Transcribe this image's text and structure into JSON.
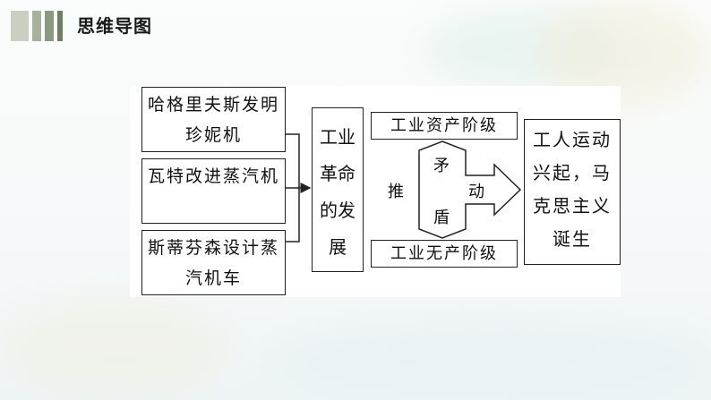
{
  "page": {
    "title": "思维导图"
  },
  "diagram": {
    "causes": [
      "哈格里夫斯发明珍妮机",
      "瓦特改进蒸汽机",
      "斯蒂芬森设计蒸汽机车"
    ],
    "center": "工业革命的发展",
    "classes": [
      "工业资产阶级",
      "工业无产阶级"
    ],
    "contradiction": [
      "矛",
      "盾"
    ],
    "push": [
      "推",
      "动"
    ],
    "result": "工人运动兴起，马克思主义诞生"
  }
}
